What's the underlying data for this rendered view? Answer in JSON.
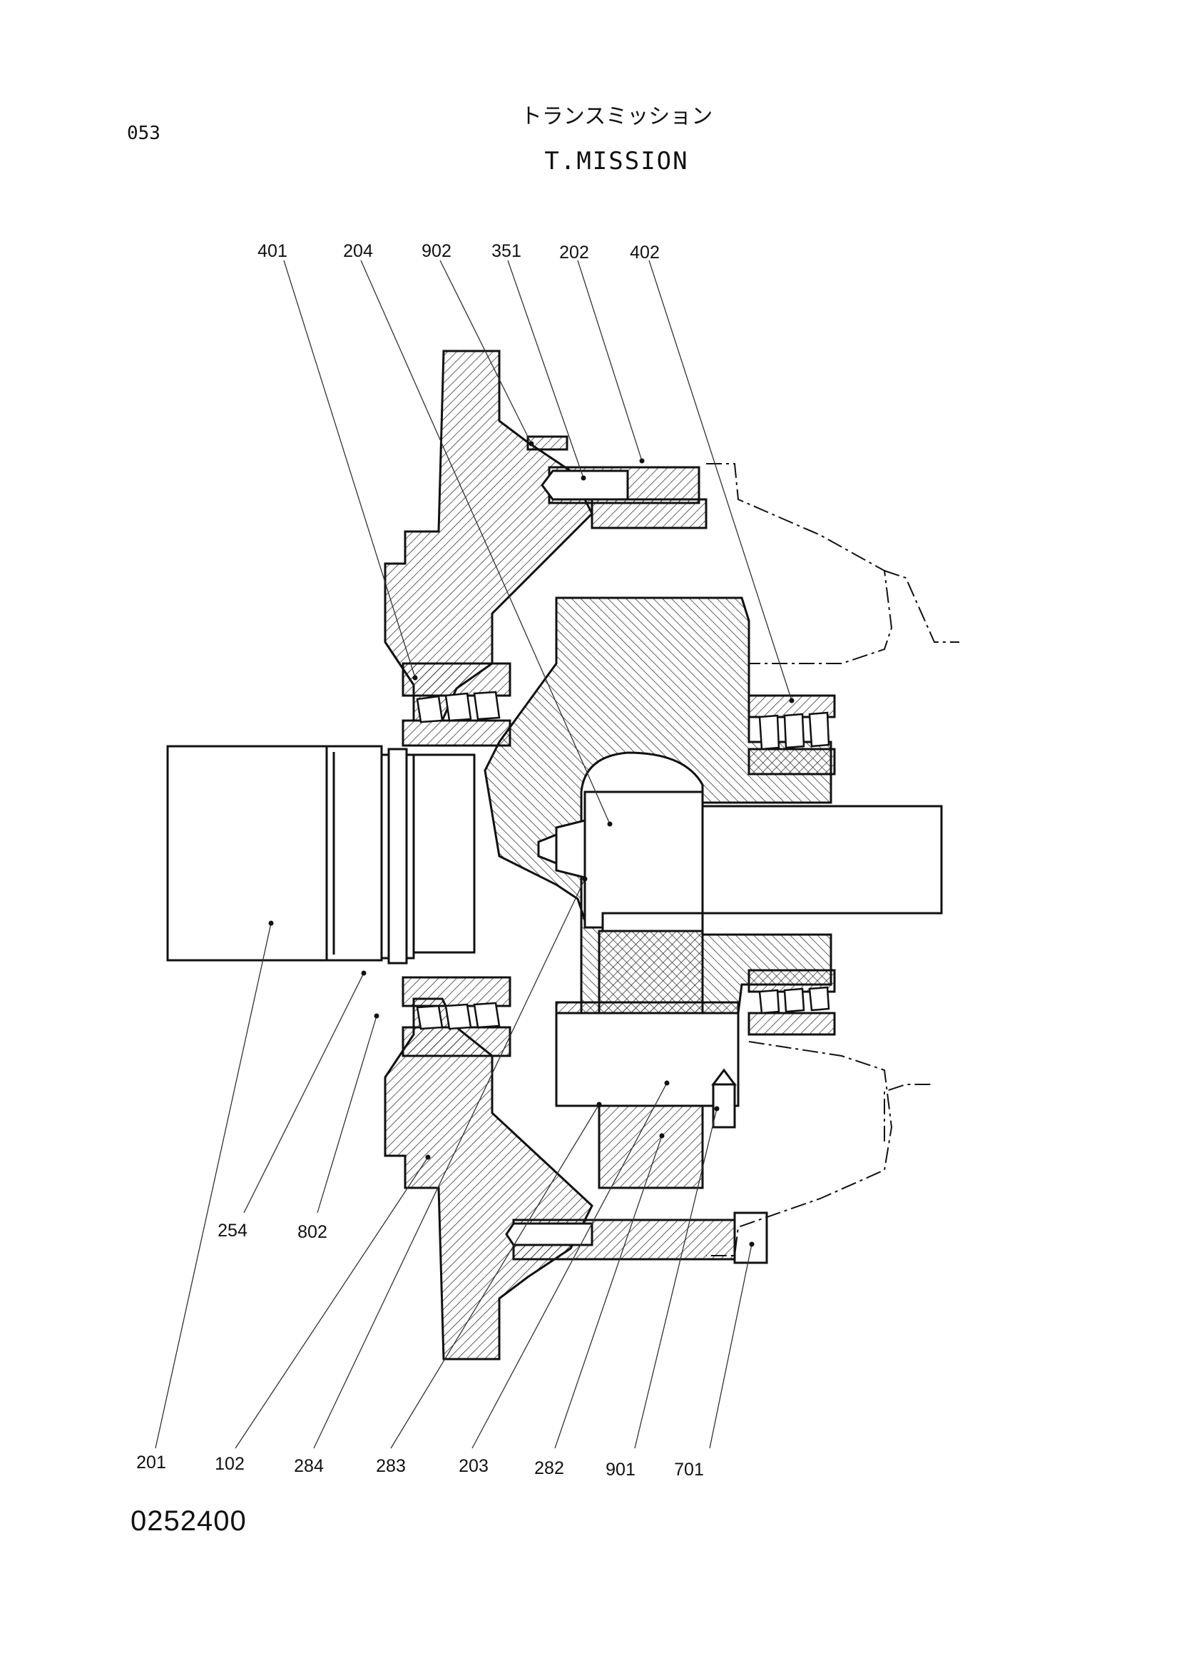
{
  "header": {
    "page_number": "053",
    "title_japanese": "トランスミッション",
    "title_english": "T.MISSION"
  },
  "footer": {
    "drawing_code": "0252400"
  },
  "parts_top": [
    "401",
    "204",
    "902",
    "351",
    "202",
    "402"
  ],
  "parts_side": [
    "254",
    "802"
  ],
  "parts_bottom": [
    "201",
    "102",
    "284",
    "283",
    "203",
    "282",
    "901",
    "701"
  ]
}
